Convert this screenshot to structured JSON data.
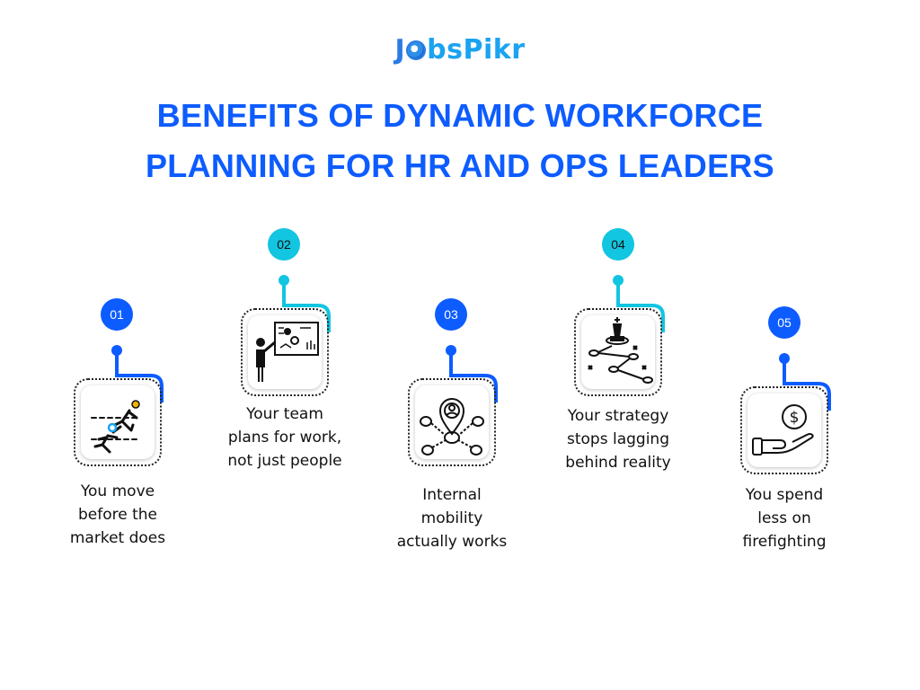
{
  "logo": {
    "brand_first": "J",
    "brand_rest": "bsPikr"
  },
  "title": {
    "line1": "BENEFITS OF DYNAMIC WORKFORCE",
    "line2": "PLANNING FOR HR AND OPS LEADERS"
  },
  "colors": {
    "blue": "#0d5cff",
    "cyan": "#12c5e0",
    "text": "#111111"
  },
  "steps": [
    {
      "number": "01",
      "icon": "runners-racing-icon",
      "caption": [
        "You move",
        "before the",
        "market does"
      ]
    },
    {
      "number": "02",
      "icon": "presenter-whiteboard-icon",
      "caption": [
        "Your team",
        "plans for work,",
        "not just people"
      ]
    },
    {
      "number": "03",
      "icon": "location-network-icon",
      "caption": [
        "Internal",
        "mobility",
        "actually works"
      ]
    },
    {
      "number": "04",
      "icon": "chess-strategy-icon",
      "caption": [
        "Your strategy",
        "stops lagging",
        "behind reality"
      ]
    },
    {
      "number": "05",
      "icon": "hand-money-icon",
      "caption": [
        "You spend",
        "less on",
        "firefighting"
      ]
    }
  ]
}
